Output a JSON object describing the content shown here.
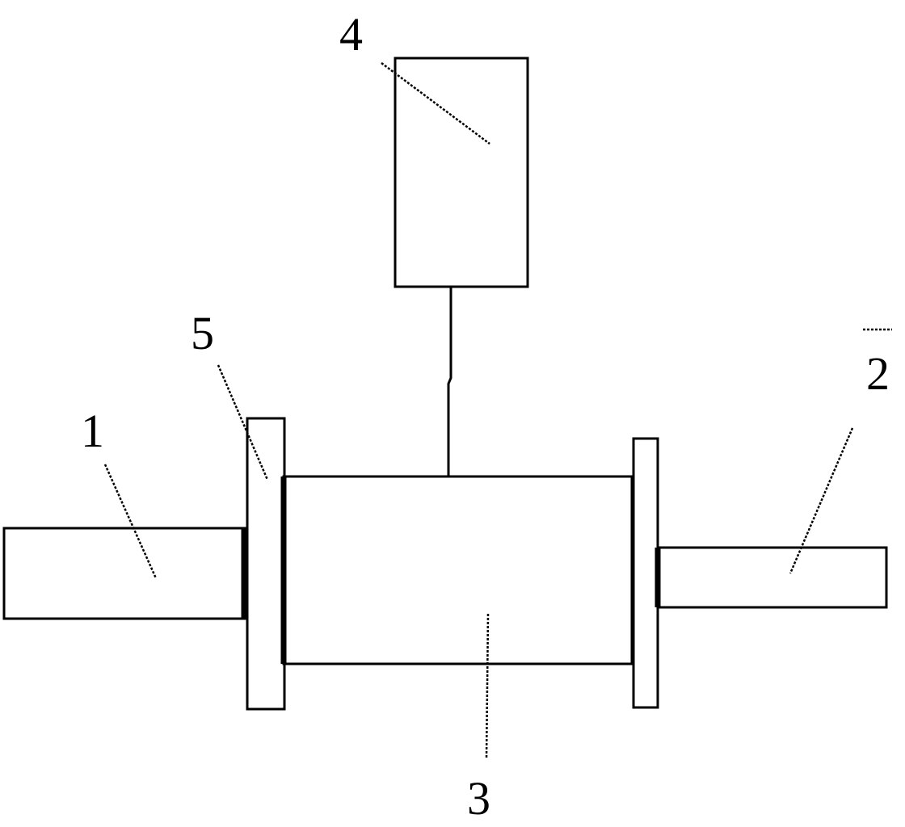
{
  "labels": {
    "inlet_pipe": "1",
    "outlet_pipe": "2",
    "main_body": "3",
    "control_box": "4",
    "flange": "5"
  },
  "colors": {
    "stroke": "#000000",
    "background": "#ffffff"
  }
}
